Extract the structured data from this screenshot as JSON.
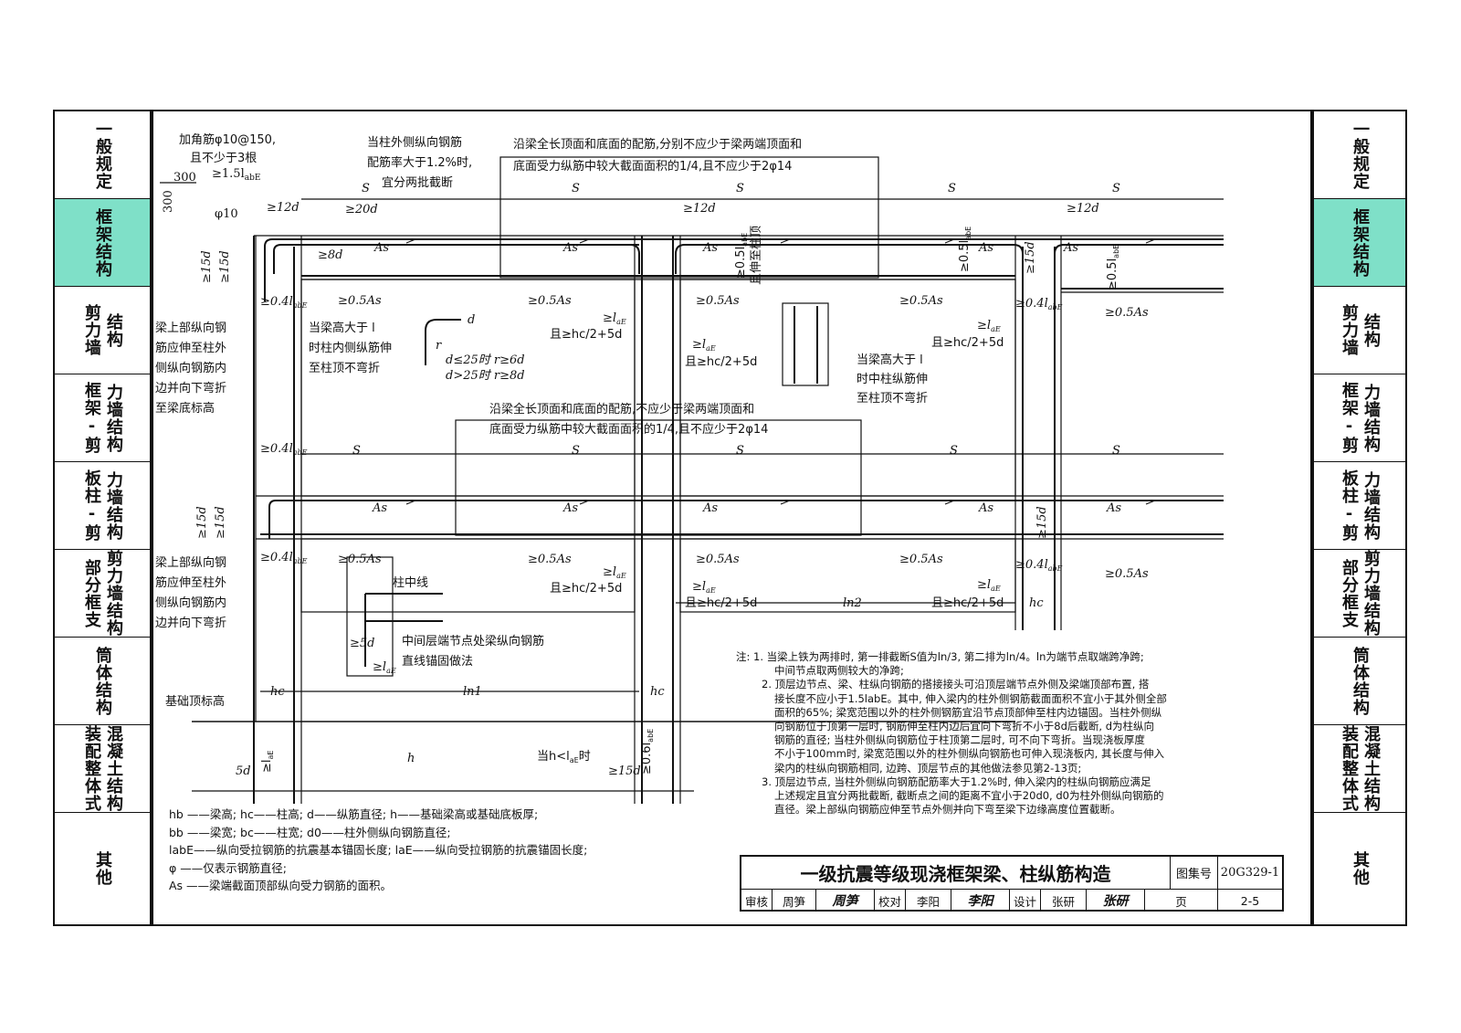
{
  "left_tabs": [
    {
      "cols": [
        "一般规定"
      ],
      "active": false
    },
    {
      "cols": [
        "框架结构"
      ],
      "active": true
    },
    {
      "cols": [
        "剪力墙",
        "结构"
      ],
      "active": false
    },
    {
      "cols": [
        "框架-剪",
        "力墙结构"
      ],
      "active": false
    },
    {
      "cols": [
        "板柱-剪",
        "力墙结构"
      ],
      "active": false
    },
    {
      "cols": [
        "部分框支",
        "剪力墙结构"
      ],
      "active": false
    },
    {
      "cols": [
        "筒体结构"
      ],
      "active": false
    },
    {
      "cols": [
        "装配整体式",
        "混凝土结构"
      ],
      "active": false
    },
    {
      "cols": [
        "其他"
      ],
      "active": false
    }
  ],
  "labels": {
    "corner_bar": "加角筋φ10@150,",
    "corner_bar2": "且不少于3根",
    "dim_300a": "300",
    "dim_300b": "300",
    "lap_15": "≥1.5l",
    "lap_15_sub": "abE",
    "phi10": "φ10",
    "d12": "≥12d",
    "d20": "≥20d",
    "d8": "≥8d",
    "d15": "≥15d",
    "s": "S",
    "as": "As",
    "half_as": "≥0.5As",
    "l04": "≥0.4l",
    "l04_sub": "abE",
    "lae": "≥l",
    "lae_sub": "aE",
    "hc_cond": "且≥hc/2+5d",
    "l05": "≥0.5l",
    "l05_sub": "abE",
    "to_col_top": "且伸至柱顶",
    "col_out_ratio1": "当柱外侧纵向钢筋",
    "col_out_ratio2": "配筋率大于1.2%时,",
    "col_out_ratio3": "宜分两批截断",
    "top_note1": "沿梁全长顶面和底面的配筋,分别不应少于梁两端顶面和",
    "top_note2": "底面受力纵筋中较大截面面积的1/4,且不应少于2φ14",
    "mid_note1": "沿梁全长顶面和底面的配筋,不应少于梁两端顶面和",
    "mid_note2": "底面受力纵筋中较大截面面积的1/4,且不应少于2φ14",
    "beam_top_ext": [
      "梁上部纵向钢",
      "筋应伸至柱外",
      "侧纵向钢筋内",
      "边并向下弯折",
      "至梁底标高"
    ],
    "beam_top_ext2": [
      "梁上部纵向钢",
      "筋应伸至柱外",
      "侧纵向钢筋内",
      "边并向下弯折"
    ],
    "beam_h_gt": [
      "当梁高大于 l",
      "时柱内侧纵筋伸",
      "至柱顶不弯折"
    ],
    "beam_h_gt2": [
      "当梁高大于 l",
      "时中柱纵筋伸",
      "至柱顶不弯折"
    ],
    "bend_r1": "d≤25时 r≥6d",
    "bend_r2": "d>25时 r≥8d",
    "bend_d": "d",
    "bend_r": "r",
    "col_center": "柱中线",
    "mid_anchor1": "中间层端节点处梁纵向钢筋",
    "mid_anchor2": "直线锚固做法",
    "d5": "≥5d",
    "found_top": "基础顶标高",
    "hc": "hc",
    "ln1": "ln1",
    "ln2": "ln2",
    "h": "h",
    "h_lt": "当h<l",
    "h_lt_sub": "aE",
    "h_lt_tail": "时",
    "d5b": "5d",
    "l06": "≥0.6l",
    "l06_sub": "abE",
    "lae_v": "≥l"
  },
  "notes": [
    "注: 1. 当梁上铁为两排时, 第一排截断S值为ln/3, 第二排为ln/4。ln为端节点取端跨净跨;",
    "中间节点取两侧较大的净跨;",
    "2. 顶层边节点、梁、柱纵向钢筋的搭接接头可沿顶层端节点外侧及梁端顶部布置, 搭",
    "接长度不应小于1.5labE。其中, 伸入梁内的柱外侧钢筋截面面积不宜小于其外侧全部",
    "面积的65%; 梁宽范围以外的柱外侧钢筋宜沿节点顶部伸至柱内边锚固。当柱外侧纵",
    "向钢筋位于顶第一层时, 钢筋伸至柱内边后宜向下弯折不小于8d后截断, d为柱纵向",
    "钢筋的直径; 当柱外侧纵向钢筋位于柱顶第二层时, 可不向下弯折。当现浇板厚度",
    "不小于100mm时, 梁宽范围以外的柱外侧纵向钢筋也可伸入现浇板内, 其长度与伸入",
    "梁内的柱纵向钢筋相同, 边跨、顶层节点的其他做法参见第2-13页;",
    "3. 顶层边节点, 当柱外侧纵向钢筋配筋率大于1.2%时, 伸入梁内的柱纵向钢筋应满足",
    "上述规定且宜分两批截断, 截断点之间的距离不宜小于20d0, d0为柱外侧纵向钢筋的",
    "直径。梁上部纵向钢筋应伸至节点外侧并向下弯至梁下边缘高度位置截断。"
  ],
  "legend": [
    "hb ——梁高; hc——柱高; d——纵筋直径; h——基础梁高或基础底板厚;",
    "bb ——梁宽; bc——柱宽; d0——柱外侧纵向钢筋直径;",
    "labE——纵向受拉钢筋的抗震基本锚固长度;   laE——纵向受拉钢筋的抗震锚固长度;",
    "φ ——仅表示钢筋直径;",
    "As ——梁端截面顶部纵向受力钢筋的面积。"
  ],
  "titleblock": {
    "title": "一级抗震等级现浇框架梁、柱纵筋构造",
    "atlas_label": "图集号",
    "atlas_no": "20G329-1",
    "review_label": "审核",
    "review_name": "周笋",
    "review_sig": "周笋",
    "check_label": "校对",
    "check_name": "李阳",
    "check_sig": "李阳",
    "design_label": "设计",
    "design_name": "张研",
    "design_sig": "张研",
    "page_label": "页",
    "page_no": "2-5"
  }
}
